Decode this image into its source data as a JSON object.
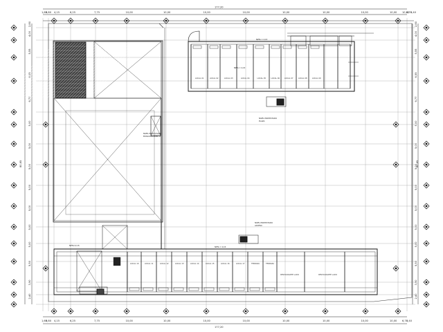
{
  "plan": {
    "dims_top_total": "177,20",
    "dims_top": [
      "1,65",
      "0,80",
      "4,15",
      "6,25",
      "7,75",
      "10,00",
      "10,00",
      "10,00",
      "10,00",
      "10,00",
      "10,00",
      "10,00",
      "10,00",
      "10,00",
      "6,70",
      "0,40"
    ],
    "dims_bottom_total": "177,20",
    "dims_bottom": [
      "1,65",
      "0,80",
      "4,15",
      "6,25",
      "7,75",
      "10,00",
      "10,00",
      "10,00",
      "10,00",
      "10,00",
      "10,00",
      "10,00",
      "10,00",
      "6,70",
      "0,40"
    ],
    "dims_left_total": "80,65",
    "dims_left": [
      "2,80",
      "4,00",
      "5,55",
      "6,55",
      "6,77",
      "5,00",
      "5,00",
      "5,00",
      "5,00",
      "5,00",
      "5,00",
      "5,00",
      "5,50",
      "3,90",
      "2,40"
    ],
    "dims_right_total": "80,65",
    "dims_right": [
      "2,80",
      "4,00",
      "5,55",
      "6,55",
      "6,77",
      "5,00",
      "5,00",
      "5,00",
      "5,00",
      "5,00",
      "5,00",
      "5,00",
      "5,50",
      "3,90",
      "2,40"
    ],
    "notes": {
      "top_level": "NPTA = 2,15",
      "top_level2": "NPTA = 2,15",
      "center_note_1": "NIVEL PROYECTADO",
      "center_note_2": "PLAZA",
      "left_note_1": "NIVEL PROYECTADO",
      "left_note_2": "ESTACIONAMIENTO",
      "bottom_note_1": "NIVEL PROYECTADO",
      "bottom_note_2": "ACCESO",
      "bottom_level": "NPTA = 2,15",
      "left_bottom_level": "NPTA=2,15"
    },
    "locales": {
      "top": [
        "LOCAL 01",
        "LOCAL 02",
        "LOCAL 03",
        "LOCAL 04",
        "LOCAL 05",
        "LOCAL 06",
        "LOCAL 07",
        "LOCAL 08",
        "LOCAL 09"
      ],
      "bottom": [
        "LOCAL 10",
        "LOCAL 11",
        "LOCAL 12",
        "LOCAL 13",
        "LOCAL 14",
        "LOCAL 15",
        "LOCAL 16",
        "LOCAL 17",
        "TERRAZA",
        "TERRAZA"
      ],
      "bottom_2": [
        "RESTAURANTE LADO",
        "RESTAURANTE LADO"
      ]
    }
  }
}
